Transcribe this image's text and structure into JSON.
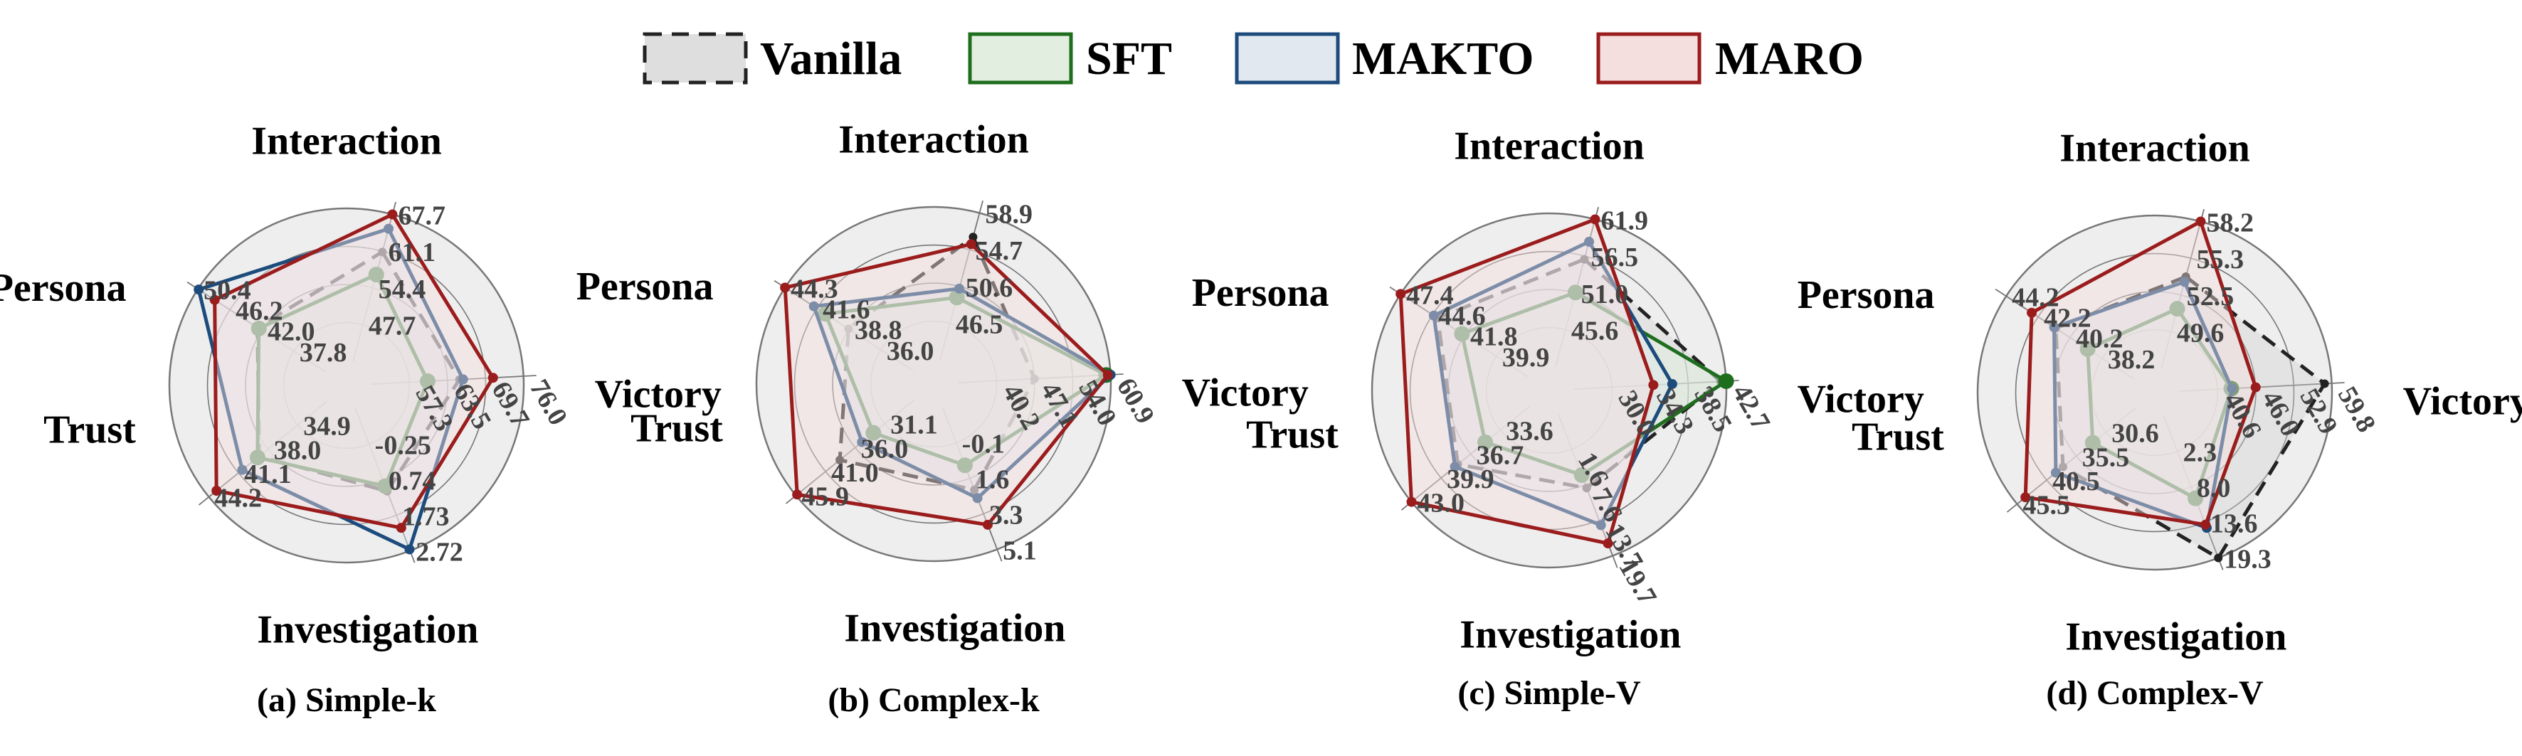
{
  "colors": {
    "vanilla_stroke": "#222222",
    "vanilla_fill": "#cfcfcf",
    "sft_stroke": "#1e6e1e",
    "sft_fill": "#e2efe0",
    "makto_stroke": "#1c4b7c",
    "makto_fill": "#e1e8f0",
    "maro_stroke": "#9b1c1c",
    "maro_fill": "#f4dede",
    "grid": "#777777",
    "panel_bg": "#eeeeee"
  },
  "legend": [
    "Vanilla",
    "SFT",
    "MAKTO",
    "MARO"
  ],
  "axis_names": [
    "Interaction",
    "Victory",
    "Investigation",
    "Trust",
    "Persona"
  ],
  "chart_data": [
    {
      "type": "radar",
      "caption": "(a) Simple-k",
      "axes": [
        "Interaction",
        "Victory",
        "Investigation",
        "Trust",
        "Persona"
      ],
      "ticks": {
        "Interaction": [
          "47.7",
          "54.4",
          "61.1",
          "67.7"
        ],
        "Victory": [
          "57.3",
          "63.5",
          "69.7",
          "76.0"
        ],
        "Investigation": [
          "-0.25",
          "0.74",
          "1.73",
          "2.72"
        ],
        "Trust": [
          "34.9",
          "38.0",
          "41.1",
          "44.2"
        ],
        "Persona": [
          "37.8",
          "42.0",
          "46.2",
          "50.4"
        ]
      },
      "tick_rotation": {
        "Victory": 60,
        "Investigation": 0
      },
      "series": [
        {
          "name": "Vanilla",
          "values": {
            "Interaction": 60.9,
            "Victory": 65.5,
            "Investigation": 1.06,
            "Trust": 38.9,
            "Persona": 42.6
          }
        },
        {
          "name": "SFT",
          "values": {
            "Interaction": 56.8,
            "Victory": 60.3,
            "Investigation": 0.92,
            "Trust": 39.1,
            "Persona": 42.4
          }
        },
        {
          "name": "MAKTO",
          "values": {
            "Interaction": 65.1,
            "Victory": 66.1,
            "Investigation": 2.68,
            "Trust": 40.7,
            "Persona": 50.3
          }
        },
        {
          "name": "MARO",
          "values": {
            "Interaction": 67.7,
            "Victory": 71.0,
            "Investigation": 2.08,
            "Trust": 43.4,
            "Persona": 48.2
          }
        }
      ]
    },
    {
      "type": "radar",
      "caption": "(b) Complex-k",
      "axes": [
        "Interaction",
        "Victory",
        "Investigation",
        "Trust",
        "Persona"
      ],
      "ticks": {
        "Interaction": [
          "46.5",
          "50.6",
          "54.7",
          "58.9"
        ],
        "Victory": [
          "40.2",
          "47.1",
          "54.0",
          "60.9"
        ],
        "Investigation": [
          "-0.1",
          "1.6",
          "3.3",
          "5.1"
        ],
        "Trust": [
          "31.1",
          "36.0",
          "41.0",
          "45.9"
        ],
        "Persona": [
          "36.0",
          "38.8",
          "41.6",
          "44.3"
        ]
      },
      "tick_rotation": {
        "Victory": 60,
        "Investigation": 0
      },
      "series": [
        {
          "name": "Vanilla",
          "values": {
            "Interaction": 56.2,
            "Victory": 47.1,
            "Investigation": 2.2,
            "Trust": 38.6,
            "Persona": 38.8
          }
        },
        {
          "name": "SFT",
          "values": {
            "Interaction": 49.4,
            "Victory": 60.1,
            "Investigation": 1.0,
            "Trust": 33.0,
            "Persona": 40.8
          }
        },
        {
          "name": "MAKTO",
          "values": {
            "Interaction": 50.4,
            "Victory": 60.9,
            "Investigation": 2.6,
            "Trust": 34.9,
            "Persona": 41.8
          }
        },
        {
          "name": "MARO",
          "values": {
            "Interaction": 55.4,
            "Victory": 60.4,
            "Investigation": 3.9,
            "Trust": 45.7,
            "Persona": 44.3
          }
        }
      ]
    },
    {
      "type": "radar",
      "caption": "(c) Simple-V",
      "axes": [
        "Interaction",
        "Victory",
        "Investigation",
        "Trust",
        "Persona"
      ],
      "ticks": {
        "Interaction": [
          "45.6",
          "51.0",
          "56.5",
          "61.9"
        ],
        "Victory": [
          "30.0",
          "34.3",
          "38.5",
          "42.7"
        ],
        "Investigation": [
          "1.6",
          "7.6",
          "13.7",
          "19.7"
        ],
        "Trust": [
          "33.6",
          "36.7",
          "39.9",
          "43.0"
        ],
        "Persona": [
          "39.9",
          "41.8",
          "44.6",
          "47.4"
        ]
      },
      "tick_rotation": {
        "Victory": 60,
        "Investigation": 60
      },
      "series": [
        {
          "name": "Vanilla",
          "values": {
            "Interaction": 56.0,
            "Victory": 42.1,
            "Investigation": 8.2,
            "Trust": 38.1,
            "Persona": 44.5
          }
        },
        {
          "name": "SFT",
          "values": {
            "Interaction": 51.1,
            "Victory": 42.7,
            "Investigation": 6.0,
            "Trust": 35.2,
            "Persona": 42.6
          }
        },
        {
          "name": "MAKTO",
          "values": {
            "Interaction": 58.6,
            "Victory": 36.7,
            "Investigation": 14.5,
            "Trust": 38.4,
            "Persona": 44.8
          }
        },
        {
          "name": "MARO",
          "values": {
            "Interaction": 61.9,
            "Victory": 34.6,
            "Investigation": 17.6,
            "Trust": 43.0,
            "Persona": 47.4
          }
        }
      ]
    },
    {
      "type": "radar",
      "caption": "(d) Complex-V",
      "axes": [
        "Interaction",
        "Victory",
        "Investigation",
        "Trust",
        "Persona"
      ],
      "ticks": {
        "Interaction": [
          "49.6",
          "52.5",
          "55.3",
          "58.2"
        ],
        "Victory": [
          "40.6",
          "46.0",
          "52.9",
          "59.8"
        ],
        "Investigation": [
          "2.3",
          "8.0",
          "13.6",
          "19.3"
        ],
        "Trust": [
          "30.6",
          "35.5",
          "40.5",
          "45.5"
        ],
        "Persona": [
          "38.2",
          "40.2",
          "42.2",
          "44.2"
        ]
      },
      "tick_rotation": {
        "Victory": 60,
        "Investigation": 0
      },
      "series": [
        {
          "name": "Vanilla",
          "values": {
            "Interaction": 53.9,
            "Victory": 58.6,
            "Investigation": 19.3,
            "Trust": 37.8,
            "Persona": 41.1
          }
        },
        {
          "name": "SFT",
          "values": {
            "Interaction": 51.4,
            "Victory": 42.9,
            "Investigation": 9.8,
            "Trust": 32.8,
            "Persona": 39.1
          }
        },
        {
          "name": "MAKTO",
          "values": {
            "Interaction": 53.5,
            "Victory": 43.0,
            "Investigation": 14.5,
            "Trust": 39.0,
            "Persona": 41.2
          }
        },
        {
          "name": "MARO",
          "values": {
            "Interaction": 58.2,
            "Victory": 47.0,
            "Investigation": 14.0,
            "Trust": 44.1,
            "Persona": 42.6
          }
        }
      ]
    }
  ]
}
